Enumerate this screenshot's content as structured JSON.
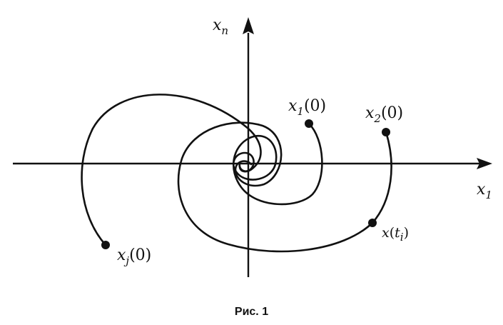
{
  "axes": {
    "x_label": "x",
    "x_label_sub": "1",
    "y_label": "x",
    "y_label_sub": "n"
  },
  "points": {
    "p1": {
      "base": "x",
      "sub": "1",
      "suffix": "(0)"
    },
    "p2": {
      "base": "x",
      "sub": "2",
      "suffix": "(0)"
    },
    "pj": {
      "base": "x",
      "sub": "j",
      "suffix": "(0)"
    },
    "pt": {
      "base": "x",
      "open": "(",
      "inner": "t",
      "inner_sub": "i",
      "close": ")"
    }
  },
  "caption": "Рис. 1",
  "colors": {
    "ink": "#111111",
    "background": "#ffffff"
  }
}
